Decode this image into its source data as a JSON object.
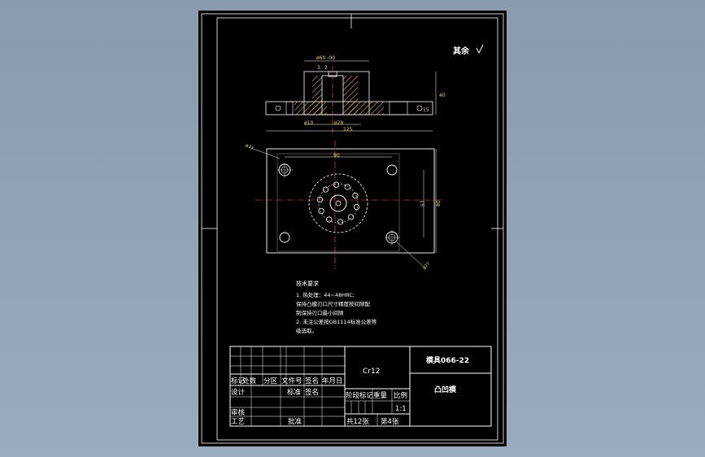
{
  "colors": {
    "background": "#8e9fb2",
    "sheet": "#000000",
    "lines": "#ffffff",
    "hatch": "#e8b84a",
    "centerline": "#ff5555",
    "dimension": "#e8d36a"
  },
  "roughness_note": "其余",
  "dims": {
    "top_width": "ø60 -00",
    "d3": "3",
    "d2": "2",
    "height40": "40",
    "h15": "15",
    "d10": "ø10",
    "d28": "ø28",
    "w125": "125",
    "w90": "90",
    "h57": "57",
    "h80": "80",
    "hole_left": "ø??",
    "hole_right": "ø??"
  },
  "tech_requirements": {
    "title": "技术要求",
    "lines": [
      "1. 热处理：44~48HRC;",
      "  保持凸模刃口尺寸精度按间隙配",
      "  制保持刃口最小间隙",
      "2. 未注公差按GB1114标准公差等",
      "  级选取。"
    ]
  },
  "title_block": {
    "material": "Cr12",
    "drawing_no": "模具066-22",
    "part_name": "凸凹模",
    "col_headers": [
      "标记",
      "处数",
      "分区",
      "文件号",
      "签名",
      "年月日"
    ],
    "row_design": "设计",
    "row_standard": "标准",
    "row_sign": "签名",
    "row_review": "审核",
    "row_process": "工艺",
    "row_approve": "批准",
    "stage_headers": [
      "阶段标记",
      "重量",
      "比例"
    ],
    "scale": "1:1",
    "sheets_total": "共12张",
    "sheet_no": "第4张"
  }
}
